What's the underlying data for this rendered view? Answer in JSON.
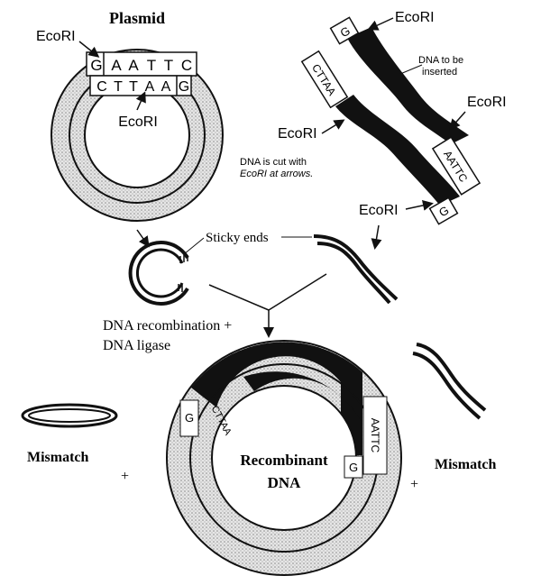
{
  "diagram": {
    "labels": {
      "plasmid_title": "Plasmid",
      "ecori_plasmid_left": "EcoRI",
      "ecori_plasmid_center": "EcoRI",
      "ecori_insert_top": "EcoRI",
      "ecori_insert_left": "EcoRI",
      "ecori_insert_right": "EcoRI",
      "ecori_insert_bottom": "EcoRI",
      "dna_to_be_inserted_1": "DNA to be",
      "dna_to_be_inserted_2": "inserted",
      "cut_note_1": "DNA is cut with",
      "cut_note_2": "EcoRI at arrows.",
      "sticky_ends": "Sticky ends",
      "recombination_1": "DNA recombination +",
      "recombination_2": "DNA ligase",
      "mismatch_left": "Mismatch",
      "mismatch_right": "Mismatch",
      "plus_left": "+",
      "plus_right": "+",
      "recombinant_1": "Recombinant",
      "recombinant_2": "DNA"
    },
    "sequences": {
      "plasmid_top_strand": [
        "G",
        "A",
        "A",
        "T",
        "T",
        "C"
      ],
      "plasmid_bottom_strand": [
        "C",
        "T",
        "T",
        "A",
        "A",
        "G"
      ],
      "insert_left_box": "CTTAA",
      "insert_top_box": "G",
      "insert_right_box": "AATTC",
      "insert_bottom_box": "G",
      "recomb_left_g": "G",
      "recomb_left_cttaa": "CTTAA",
      "recomb_right_aattc": "AATTC",
      "recomb_right_g": "G"
    },
    "colors": {
      "ink": "#111111",
      "stipple": "#cfcfcf",
      "dark_dna": "#111111"
    }
  }
}
